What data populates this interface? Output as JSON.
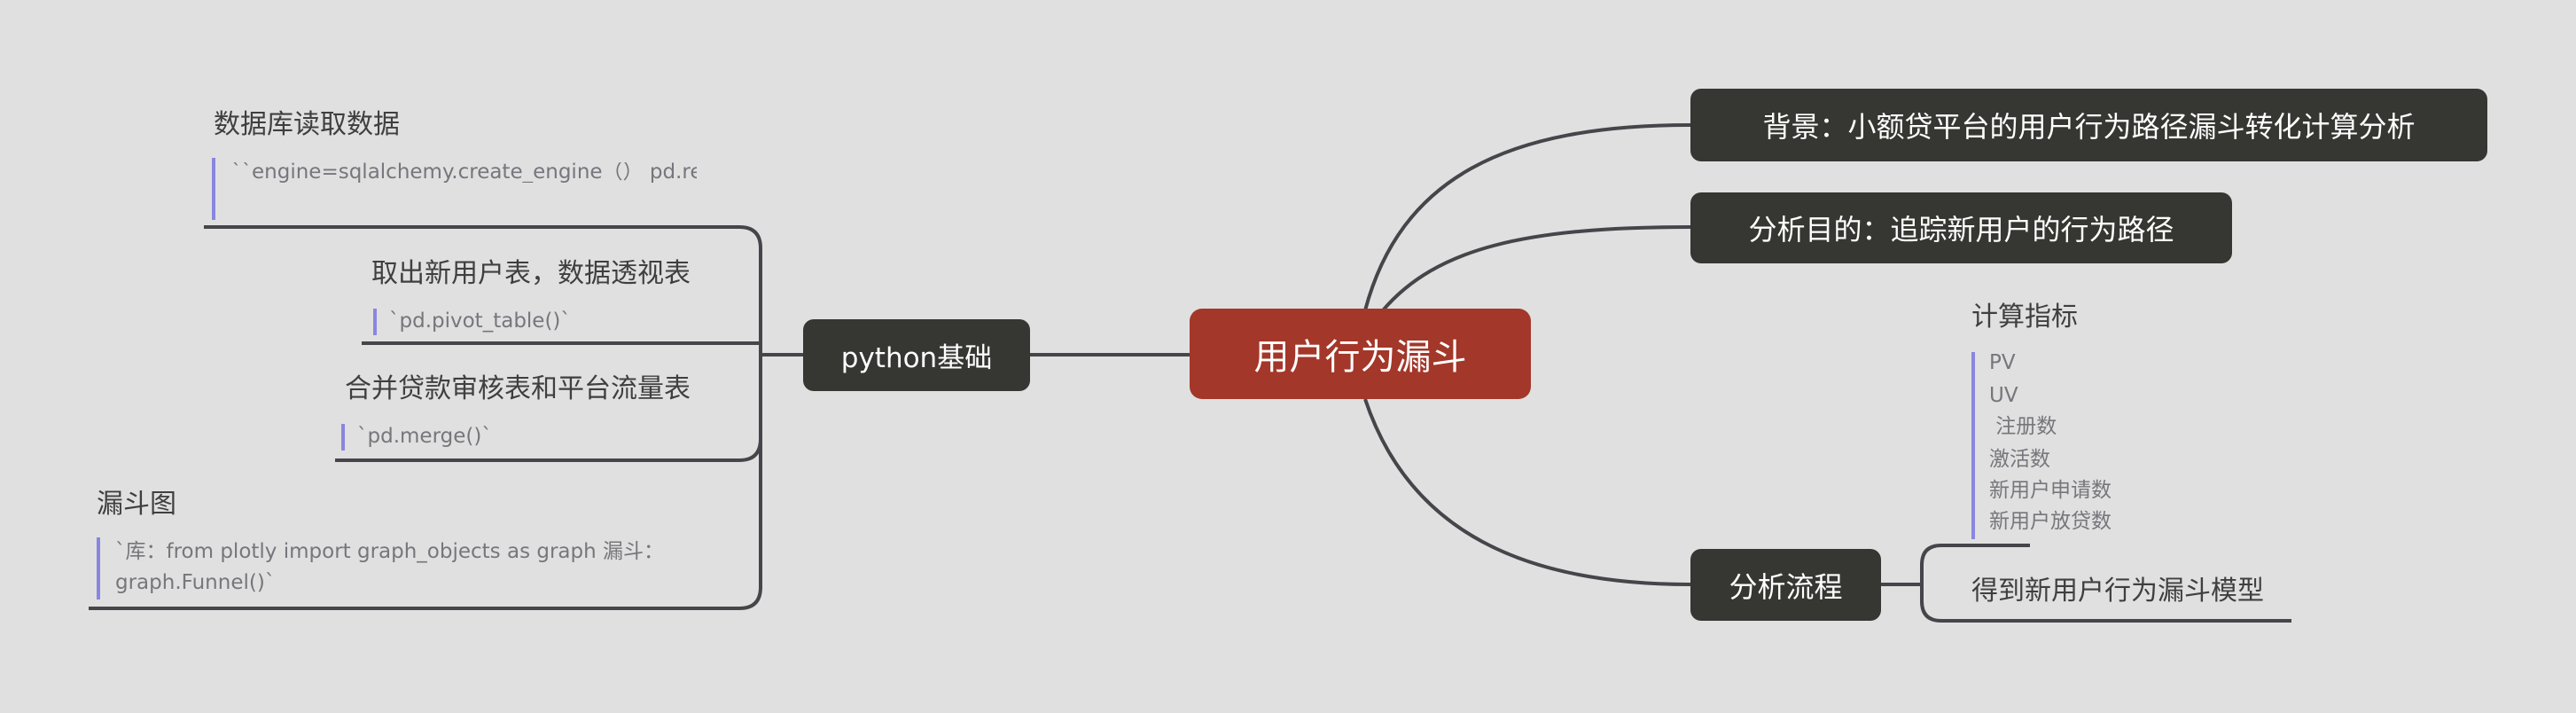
{
  "root": {
    "label": "用户行为漏斗"
  },
  "right": {
    "background": "背景：小额贷平台的用户行为路径漏斗转化计算分析",
    "purpose": "分析目的：追踪新用户的行为路径",
    "process": {
      "label": "分析流程",
      "metrics": {
        "title": "计算指标",
        "items": [
          "PV",
          "UV",
          " 注册数",
          "激活数",
          "新用户申请数",
          "新用户放贷数"
        ]
      },
      "result": "得到新用户行为漏斗模型"
    }
  },
  "left": {
    "label": "python基础",
    "children": [
      {
        "title": "数据库读取数据",
        "note": "``engine=sqlalchemy.create_engine（） pd.rea"
      },
      {
        "title": "取出新用户表，数据透视表",
        "note": "`pd.pivot_table()`"
      },
      {
        "title": "合并贷款审核表和平台流量表",
        "note": "`pd.merge()`"
      },
      {
        "title": "漏斗图",
        "note_lines": [
          "`库：from plotly import graph_objects as graph 漏斗：",
          "graph.Funnel()`"
        ]
      }
    ]
  },
  "colors": {
    "root": "#a3372a",
    "node": "#363632",
    "line": "#45454a",
    "note_bar": "#8a86e0",
    "background": "#e0e0e0"
  }
}
